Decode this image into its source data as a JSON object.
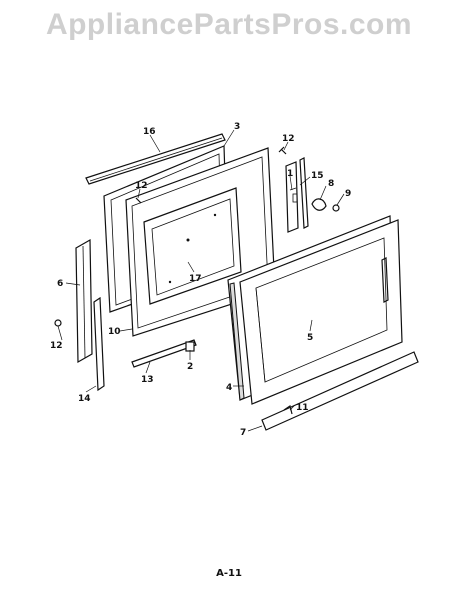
{
  "watermark": "AppliancePartsPros.com",
  "page_label": "A-11",
  "callouts": [
    "1",
    "2",
    "3",
    "4",
    "5",
    "6",
    "7",
    "8",
    "9",
    "10",
    "11",
    "12",
    "13",
    "14",
    "15",
    "16",
    "17"
  ]
}
